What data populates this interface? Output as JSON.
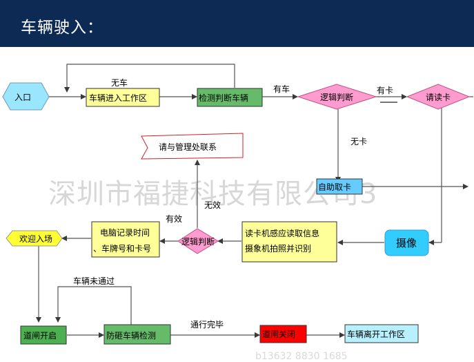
{
  "header": {
    "title": "车辆驶入：",
    "color": "#0d2a55"
  },
  "watermark": {
    "text": "深圳市福捷科技有限公司3",
    "bottom_text": "b13632 8830 1685"
  },
  "nodes": {
    "entrance": "入口",
    "enter_work_area": "车辆进入工作区",
    "detect_vehicle": "检测判断车辆",
    "logic_judge_1": "逻辑判断",
    "read_card": "请读卡",
    "contact_management": "请与管理处联系",
    "self_take_card": "自助取卡",
    "camera": "摄像",
    "card_reader_line1": "读卡机感应读取信息",
    "card_reader_line2": "摄象机拍照并识别",
    "logic_judge_2": "逻辑判断",
    "record_line1": "电脑记录时间",
    "record_line2": "、车牌号和卡号",
    "welcome": "欢迎入场",
    "barrier_open": "道闸开启",
    "anti_smash": "防砸车辆检测",
    "barrier_close": "道闸关闭",
    "vehicle_leave": "车辆离开工作区"
  },
  "edge_labels": {
    "no_vehicle": "无车",
    "has_vehicle": "有车",
    "has_card": "有卡",
    "no_card": "无卡",
    "valid": "有效",
    "invalid": "无效",
    "not_passed": "车辆未通过",
    "passed": "通行完毕"
  },
  "colors": {
    "yellow": "#ffff99",
    "green": "#66bb6a",
    "pink": "#ff9ccf",
    "cyan": "#9be6ff",
    "sky": "#66ccff",
    "red": "#ff0000",
    "light_cyan": "#b8f0ff",
    "welcome_yellow": "#ffff33"
  }
}
